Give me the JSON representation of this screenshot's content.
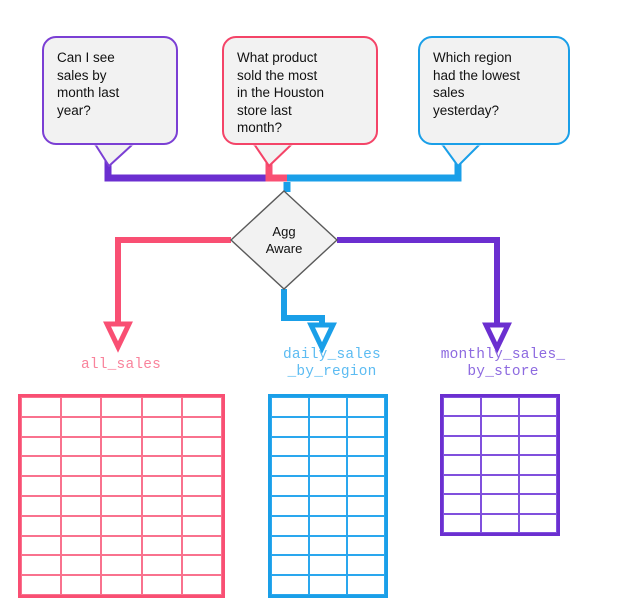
{
  "diagram": {
    "title": "Agg Aware routing diagram",
    "colors": {
      "purple": "#6b2fd0",
      "pink": "#f94f73",
      "blue": "#1a9fe8",
      "bubble_fill": "#f2f2f2",
      "diamond_fill": "#f2f2f2",
      "diamond_stroke": "#5a5a5a"
    }
  },
  "questions": [
    {
      "id": "month",
      "text": "Can I see\nsales by\nmonth last\nyear?",
      "color": "#7b3fd4",
      "routes_to": "monthly_sales_by_store"
    },
    {
      "id": "product",
      "text": "What product\nsold the most\nin the Houston\nstore last\nmonth?",
      "color": "#f44468",
      "routes_to": "all_sales"
    },
    {
      "id": "region",
      "text": "Which region\nhad the lowest\nsales\nyesterday?",
      "color": "#1a9fe8",
      "routes_to": "daily_sales_by_region"
    }
  ],
  "router": {
    "label_line1": "Agg",
    "label_line2": "Aware"
  },
  "tables": [
    {
      "id": "all_sales",
      "caption": "all_sales",
      "color": "#f94f73",
      "caption_color": "#f9839c",
      "columns": 5,
      "rows": 10
    },
    {
      "id": "daily_sales_by_region",
      "caption": "daily_sales\n_by_region",
      "color": "#1a9fe8",
      "caption_color": "#5dbcf2",
      "columns": 3,
      "rows": 10
    },
    {
      "id": "monthly_sales_by_store",
      "caption": "monthly_sales_\nby_store",
      "color": "#6b2fd0",
      "caption_color": "#8d6ae0",
      "columns": 3,
      "rows": 7
    }
  ]
}
